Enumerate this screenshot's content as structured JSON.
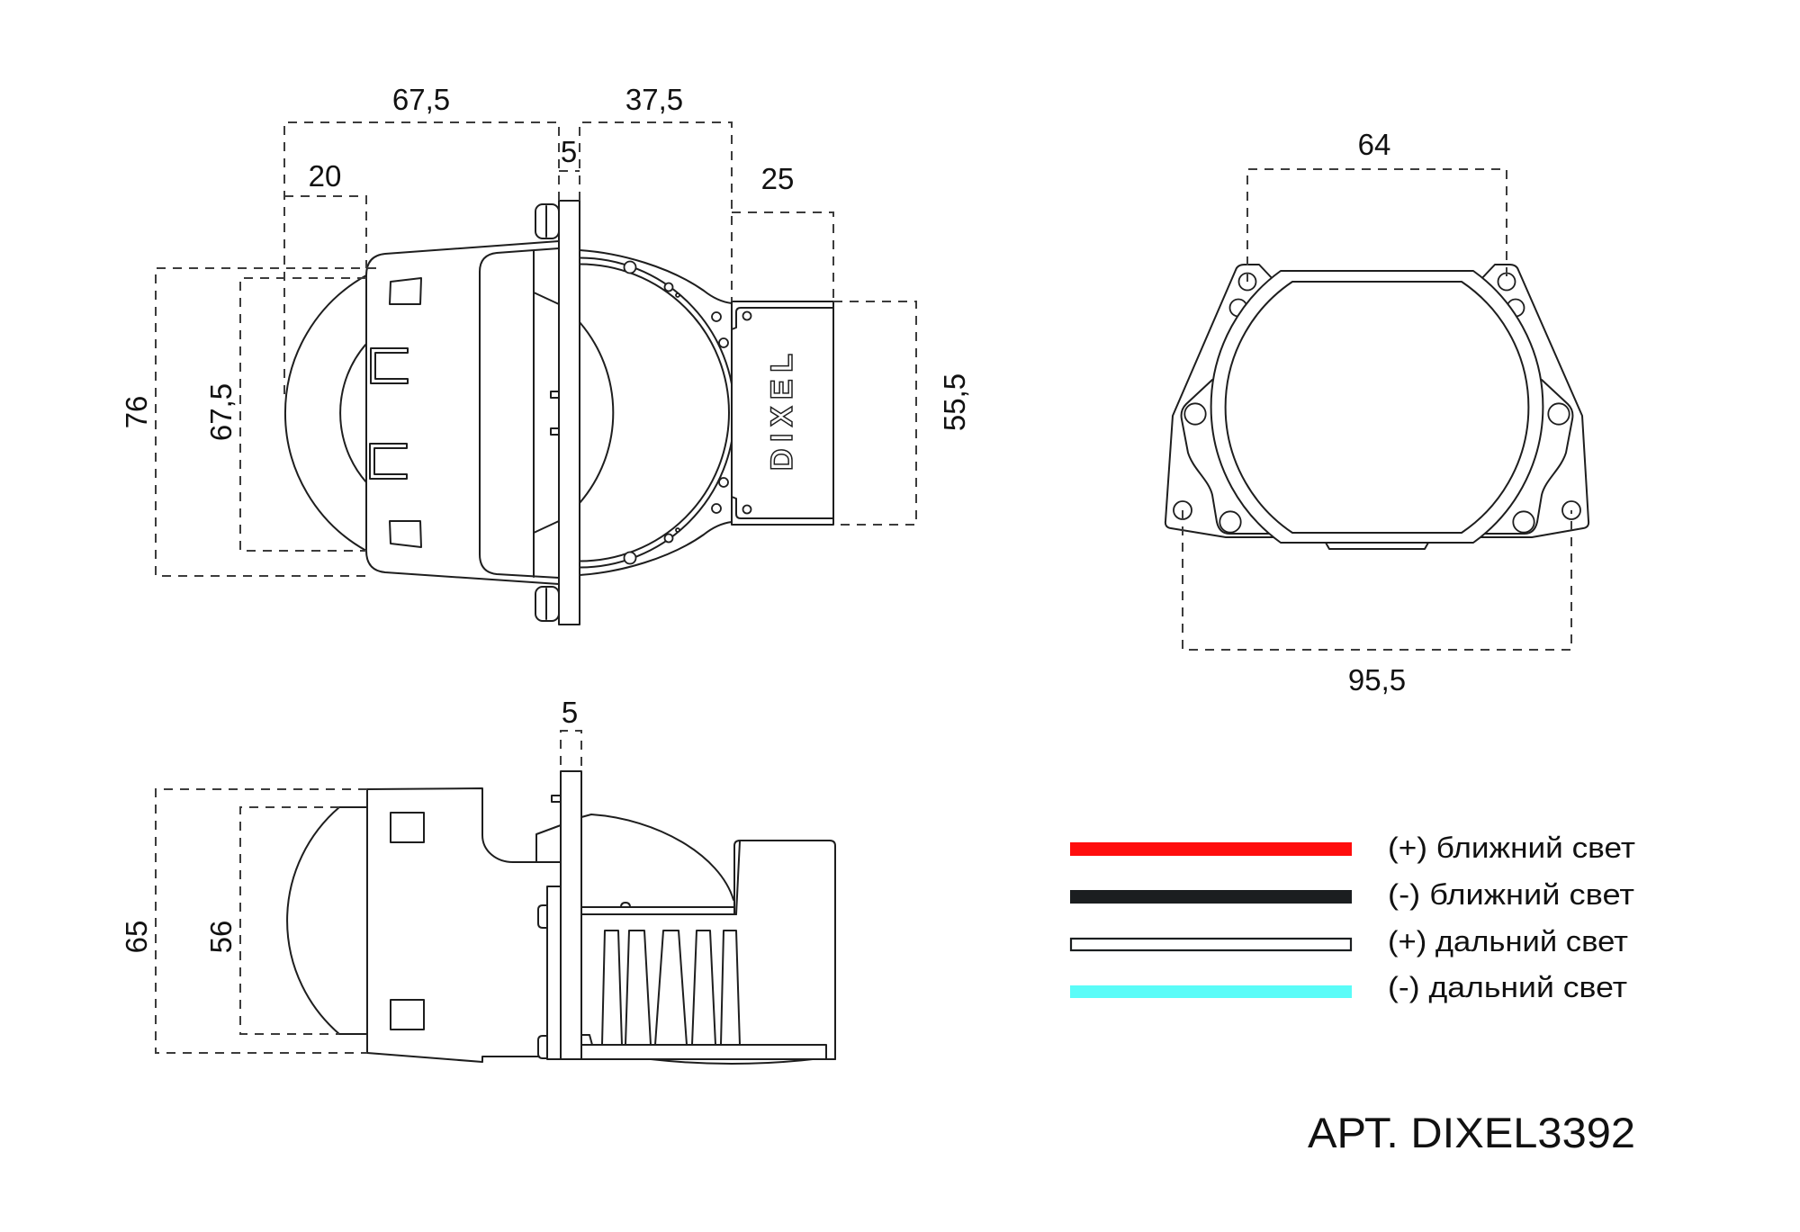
{
  "document": {
    "article_label": "АРТ. DIXEL3392"
  },
  "top_view": {
    "logo_text": "DIXEL",
    "dimensions": {
      "front_length": "67,5",
      "plate_thickness": "5",
      "rear_length": "37,5",
      "lens_protrusion": "20",
      "connector_length": "25",
      "housing_height": "76",
      "lens_diameter": "67,5",
      "connector_height": "55,5"
    }
  },
  "front_view": {
    "dimensions": {
      "upper_mount_spacing": "64",
      "lower_mount_spacing": "95,5"
    }
  },
  "side_view": {
    "dimensions": {
      "plate_thickness": "5",
      "housing_height": "65",
      "lens_height": "56"
    }
  },
  "legend": {
    "items": [
      {
        "label": "(+) ближний свет",
        "color": "#ff0d0d",
        "style": "solid"
      },
      {
        "label": "(-) ближний свет",
        "color": "#1b1e20",
        "style": "solid"
      },
      {
        "label": "(+) дальний свет",
        "color": "#ffffff",
        "style": "outline"
      },
      {
        "label": "(-) дальний свет",
        "color": "#5afcf8",
        "style": "solid"
      }
    ]
  },
  "colors": {
    "background": "#ffffff",
    "outline": "#1e1e1e",
    "dimension_line": "#3c3c3c",
    "wire_outline": "#1b1e20"
  }
}
